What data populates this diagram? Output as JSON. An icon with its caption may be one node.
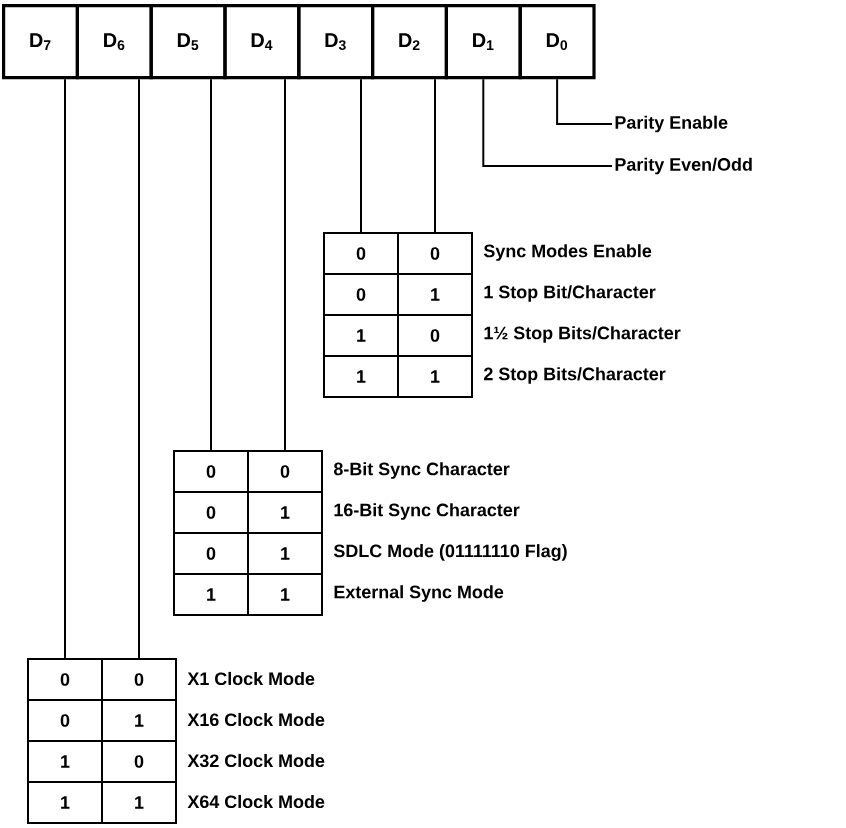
{
  "diagram": {
    "nodes": [
      {
        "text": [
          "D$_{7}$"
        ]
      },
      {
        "text": [
          "D$_{6}$"
        ]
      },
      {
        "text": [
          "D$_{5}$"
        ]
      },
      {
        "text": [
          "D$_{4}$"
        ]
      },
      {
        "text": [
          "D$_{3}$"
        ]
      },
      {
        "text": [
          "D$_{2}$"
        ]
      },
      {
        "text": [
          "D$_{1}$"
        ]
      },
      {
        "text": [
          "D$_{0}$"
        ]
      },
      {
        "text": [
          "Parity Enable"
        ]
      },
      {
        "text": [
          "Parity Even/Odd"
        ]
      },
      {
        "text": [
          "0"
        ]
      },
      {
        "text": [
          "0"
        ],
        "beside": [
          "Sync Modes Enable"
        ]
      },
      {
        "text": [
          "0"
        ]
      },
      {
        "text": [
          "1"
        ],
        "beside": [
          "1 Stop Bit/Character"
        ]
      },
      {
        "text": [
          "1"
        ]
      },
      {
        "text": [
          "0"
        ],
        "beside": [
          "1½ Stop Bits/Character"
        ]
      },
      {
        "text": [
          "1"
        ]
      },
      {
        "text": [
          "1"
        ],
        "beside": [
          "2 Stop Bits/Character"
        ]
      },
      {
        "text": [
          "0"
        ]
      },
      {
        "text": [
          "0"
        ],
        "beside": [
          "8-Bit Sync Character"
        ]
      },
      {
        "text": [
          "0"
        ]
      },
      {
        "text": [
          "1"
        ],
        "beside": [
          "16-Bit Sync Character"
        ]
      },
      {
        "text": [
          "0"
        ]
      },
      {
        "text": [
          "1"
        ],
        "beside": [
          "SDLC Mode (01111110 Flag)"
        ]
      },
      {
        "text": [
          "1"
        ]
      },
      {
        "text": [
          "1"
        ],
        "beside": [
          "External Sync Mode"
        ]
      },
      {
        "text": [
          "0"
        ]
      },
      {
        "text": [
          "0"
        ],
        "beside": [
          "X1 Clock Mode"
        ]
      },
      {
        "text": [
          "0"
        ]
      },
      {
        "text": [
          "1"
        ],
        "beside": [
          "X16 Clock Mode"
        ]
      },
      {
        "text": [
          "1"
        ]
      },
      {
        "text": [
          "0"
        ],
        "beside": [
          "X32 Clock Mode"
        ]
      },
      {
        "text": [
          "1"
        ]
      },
      {
        "text": [
          "1"
        ],
        "beside": [
          "X64 Clock Mode"
        ]
      }
    ],
    "edges": [
      {
        "from": 7,
        "to": 8,
        "arrow": "none"
      },
      {
        "from": 6,
        "to": 9,
        "arrow": "none"
      },
      {
        "from": 4,
        "to": 10,
        "arrow": "none"
      },
      {
        "from": 5,
        "to": 11,
        "arrow": "none"
      },
      {
        "from": 2,
        "to": 18,
        "arrow": "none"
      },
      {
        "from": 3,
        "to": 19,
        "arrow": "none"
      },
      {
        "from": 0,
        "to": 26,
        "arrow": "none"
      },
      {
        "from": 1,
        "to": 27,
        "arrow": "none"
      }
    ]
  }
}
